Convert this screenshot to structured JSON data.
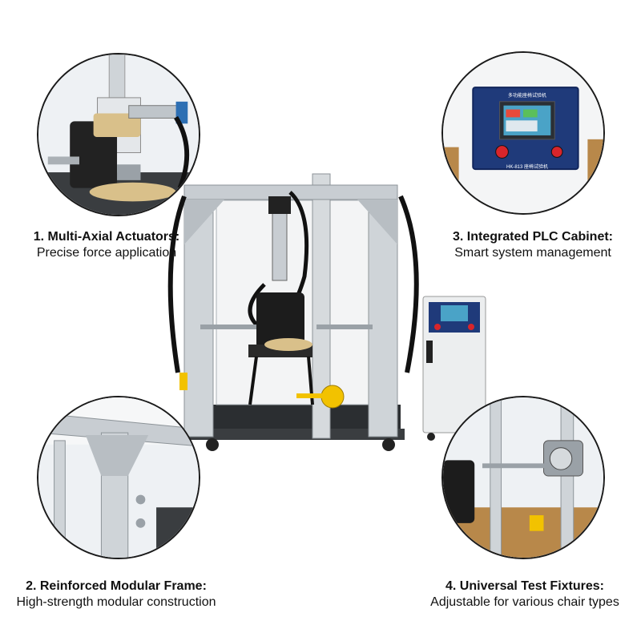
{
  "features": [
    {
      "title": "1. Multi-Axial Actuators:",
      "subtitle": "Precise force application"
    },
    {
      "title": "2. Reinforced Modular Frame:",
      "subtitle": "High-strength modular construction"
    },
    {
      "title": "3. Integrated PLC Cabinet:",
      "subtitle": "Smart system management"
    },
    {
      "title": "4. Universal Test Fixtures:",
      "subtitle": "Adjustable for various chair types"
    }
  ],
  "panel": {
    "header": "多功能座椅试验机",
    "model": "HK-813 座椅试验机"
  },
  "colors": {
    "frame": "#c8cdd2",
    "panel": "#1f3a7a",
    "accent_yellow": "#f2c200",
    "stop_red": "#d8252b"
  }
}
